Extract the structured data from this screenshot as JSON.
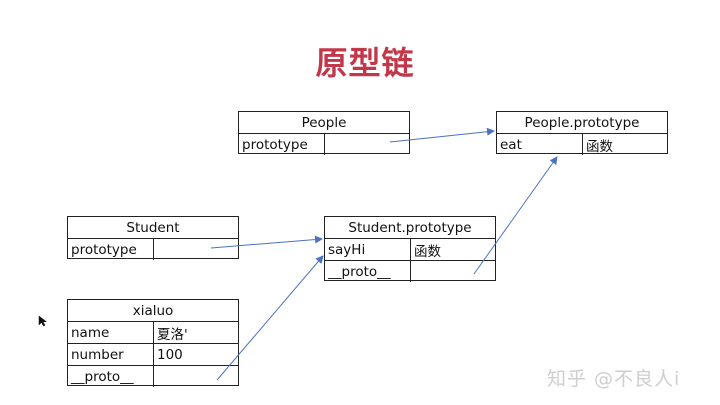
{
  "title": "原型链",
  "boxes": {
    "people": {
      "name": "People",
      "rows": [
        {
          "key": "prototype",
          "value": ""
        }
      ]
    },
    "people_proto": {
      "name": "People.prototype",
      "rows": [
        {
          "key": "eat",
          "value": "函数"
        }
      ]
    },
    "student": {
      "name": "Student",
      "rows": [
        {
          "key": "prototype",
          "value": ""
        }
      ]
    },
    "student_proto": {
      "name": "Student.prototype",
      "rows": [
        {
          "key": "sayHi",
          "value": "函数"
        },
        {
          "key": "__proto__",
          "value": ""
        }
      ]
    },
    "xialuo": {
      "name": "xialuo",
      "rows": [
        {
          "key": "name",
          "value": "夏洛'"
        },
        {
          "key": "number",
          "value": "100"
        },
        {
          "key": "__proto__",
          "value": ""
        }
      ]
    }
  },
  "arrow_color": "#4a72c4",
  "title_color": "#c0384a",
  "watermark": "知乎 @不良人i"
}
